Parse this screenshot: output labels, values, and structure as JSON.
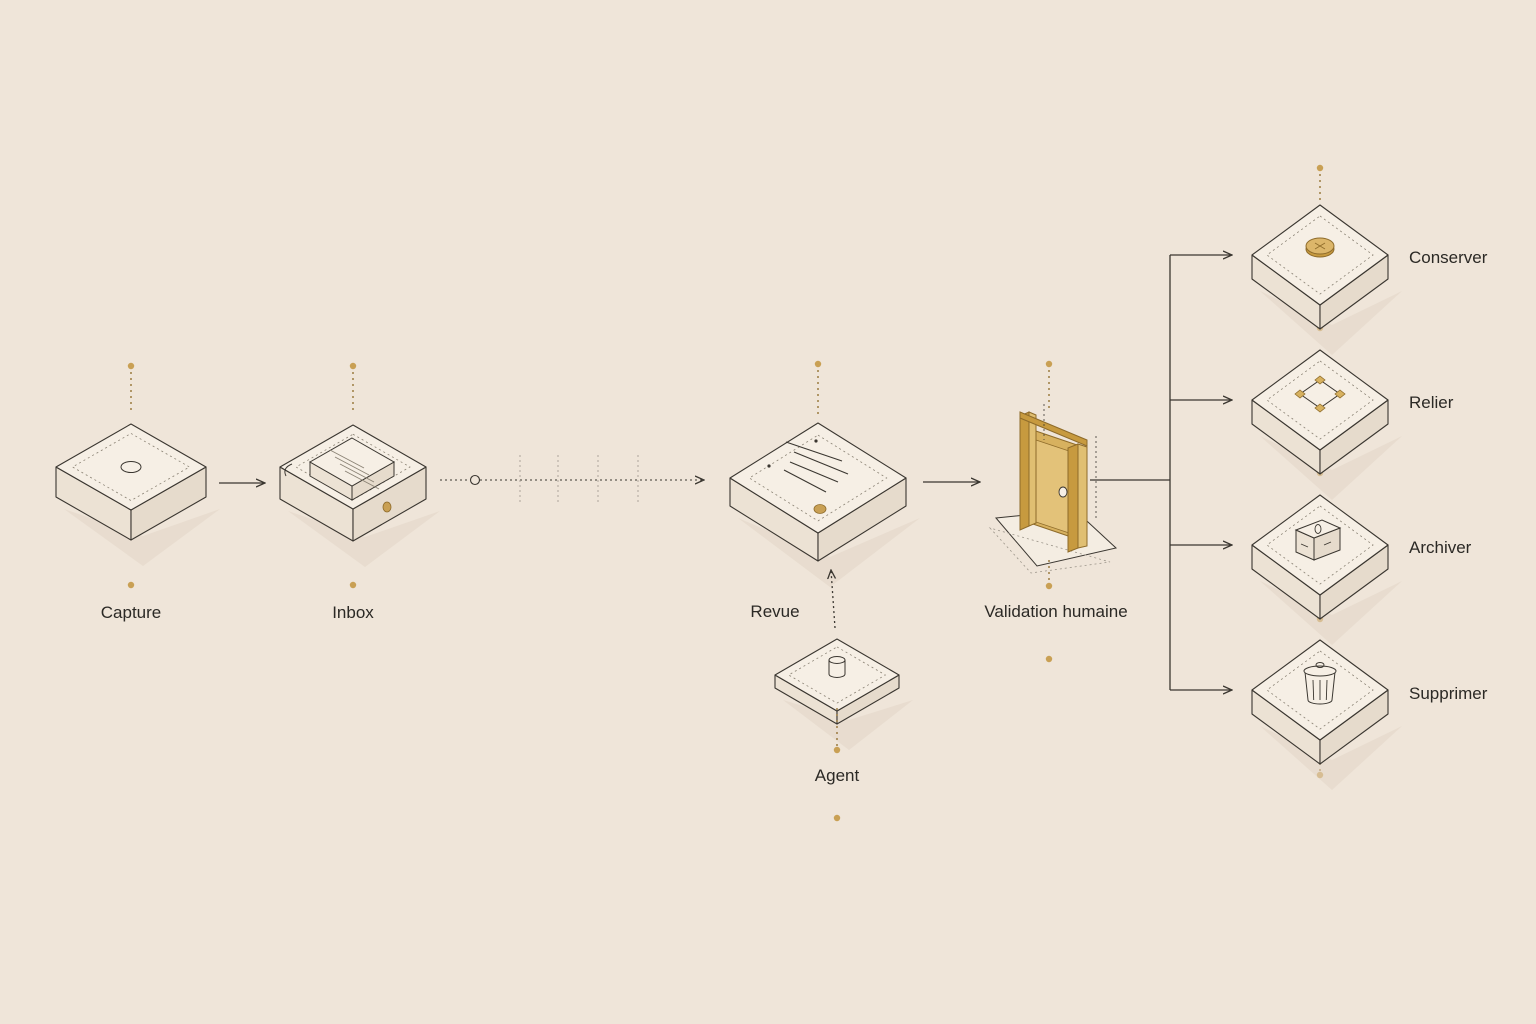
{
  "colors": {
    "background": "#efe5d9",
    "ink": "#3a3630",
    "accent": "#c9a054",
    "accent_dark": "#8e6b2a",
    "block_top": "#f6efe5",
    "block_side": "#ece2d4",
    "shadow": "#e2d6c6"
  },
  "stages": {
    "capture": {
      "label": "Capture",
      "icon": "button-dot-icon"
    },
    "inbox": {
      "label": "Inbox",
      "icon": "tray-stack-icon"
    },
    "revue": {
      "label": "Revue",
      "icon": "document-lines-icon"
    },
    "agent": {
      "label": "Agent",
      "icon": "cylinder-icon"
    },
    "validation": {
      "label": "Validation humaine",
      "icon": "gate-icon"
    }
  },
  "outcomes": [
    {
      "label": "Conserver",
      "icon": "coin-icon"
    },
    {
      "label": "Relier",
      "icon": "linked-nodes-icon"
    },
    {
      "label": "Archiver",
      "icon": "archive-box-icon"
    },
    {
      "label": "Supprimer",
      "icon": "trash-icon"
    }
  ]
}
